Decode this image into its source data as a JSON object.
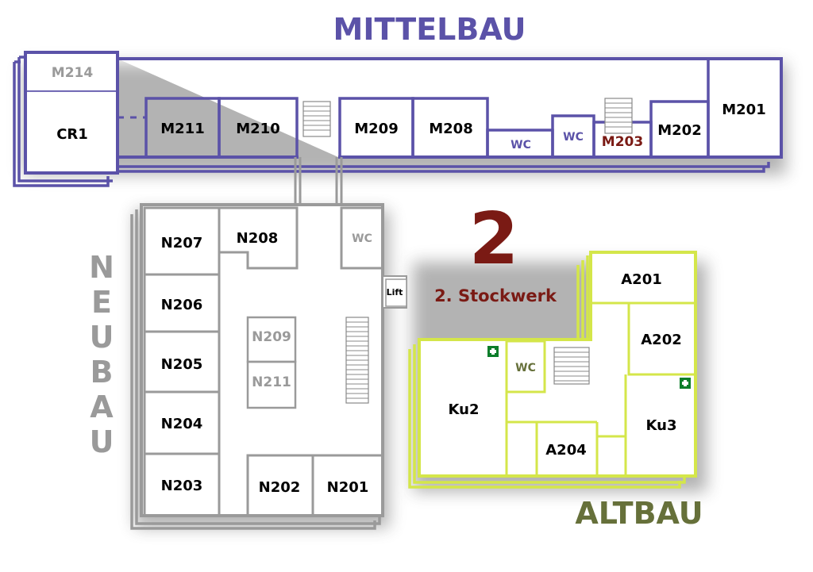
{
  "floor": {
    "number": "2",
    "label": "2. Stockwerk"
  },
  "buildings": {
    "mittelbau": {
      "name": "MITTELBAU",
      "color": "#5b52a8",
      "rooms": {
        "m214": "M214",
        "cr1": "CR1",
        "m211": "M211",
        "m210": "M210",
        "m209": "M209",
        "m208": "M208",
        "wc1": "WC",
        "wc2": "WC",
        "m203": "M203",
        "m202": "M202",
        "m201": "M201"
      }
    },
    "neubau": {
      "name_letters": [
        "N",
        "E",
        "U",
        "B",
        "A",
        "U"
      ],
      "color": "#9a9a9a",
      "rooms": {
        "n207": "N207",
        "n208": "N208",
        "wc": "WC",
        "lift": "Lift",
        "n206": "N206",
        "n209": "N209",
        "n211": "N211",
        "n205": "N205",
        "n204": "N204",
        "n203": "N203",
        "n202": "N202",
        "n201": "N201"
      }
    },
    "altbau": {
      "name": "ALTBAU",
      "color": "#d4e64a",
      "label_color": "#66703a",
      "rooms": {
        "a201": "A201",
        "a202": "A202",
        "wc": "WC",
        "ku2": "Ku2",
        "ku3": "Ku3",
        "a204": "A204"
      }
    }
  },
  "colors": {
    "floor_label": "#7a1a14",
    "first_aid": "#0b7d2a"
  },
  "icons": [
    "stairs-icon",
    "first-aid-icon",
    "lift-icon"
  ]
}
